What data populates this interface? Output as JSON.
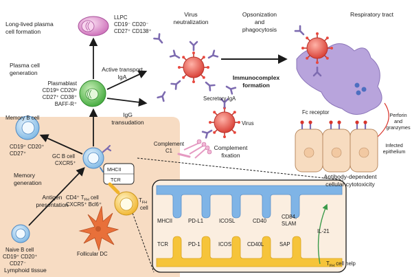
{
  "labels": {
    "long_lived_l1": "Long-lived plasma",
    "long_lived_l2": "cell formation",
    "llpc_l1": "LLPC",
    "llpc_l2": "CD19⁻ CD20⁻",
    "llpc_l3": "CD27⁺ CD138⁺",
    "virus_neutral_l1": "Virus",
    "virus_neutral_l2": "neutralization",
    "opson_l1": "Opsonization",
    "opson_l2": "and",
    "opson_l3": "phagocytosis",
    "respiratory": "Respiratory tract",
    "plasma_gen_l1": "Plasma cell",
    "plasma_gen_l2": "generation",
    "plasmablast_l1": "Plasmablast",
    "plasmablast_l2": "CD19ˡᵒ CD20ˡᵒ",
    "plasmablast_l3": "CD27⁺ CD38⁺",
    "plasmablast_l4": "BAFF-R⁺",
    "active_l1": "Active transport",
    "active_l2": "IgA",
    "immunocomplex_l1": "Immunocomplex",
    "immunocomplex_l2": "formation",
    "secretory_iga": "Secretory IgA",
    "virus": "Virus",
    "fc_receptor": "Fc receptor",
    "perforin_l1": "Perforin",
    "perforin_l2": "and",
    "perforin_l3": "granzymes",
    "infected_l1": "Infected",
    "infected_l2": "epithelium",
    "igg_l1": "IgG",
    "igg_l2": "transudation",
    "complement_c1_l1": "Complement",
    "complement_c1_l2": "C1",
    "complement_fix_l1": "Complement",
    "complement_fix_l2": "fixation",
    "adcc_l1": "Antibody-dependent",
    "adcc_l2": "cellular cytotoxicity",
    "memory_b_l1": "Memory B cell",
    "memory_b_l2": "CD19⁺ CD20⁺",
    "memory_b_l3": "CD27⁺",
    "gc_b_l1": "GC B cell",
    "gc_b_l2": "CXCR5⁺",
    "mhcii_small": "MHCII",
    "tcr_small": "TCR",
    "memory_gen_l1": "Memory",
    "memory_gen_l2": "generation",
    "antigen_l1": "Antigen",
    "antigen_l2": "presentation",
    "cd4_l1": "CD4⁺ T",
    "cd4_l1_sub": "FH",
    "cd4_l1_tail": " cell",
    "cd4_l2": "CXCR5⁺ Bcl6⁺",
    "tfh_l1": "T",
    "tfh_sub": "FH",
    "tfh_l2": "cell",
    "naive_l1": "Naive B cell",
    "naive_l2": "CD19⁺ CD20⁺",
    "naive_l3": "CD27⁻",
    "follicular_dc": "Follicular DC",
    "lymphoid_tissue": "Lymphoid tissue",
    "il21": "IL-21",
    "tfh_help": "T",
    "tfh_help_sub": "FH",
    "tfh_help_tail": " cell help"
  },
  "synapse": {
    "top_labels": [
      "MHCII",
      "PD-L1",
      "ICOSL",
      "CD40",
      "CD84,",
      "SLAM"
    ],
    "bottom_labels": [
      "TCR",
      "PD-1",
      "ICOS",
      "CD40L",
      "SAP"
    ]
  },
  "colors": {
    "lymphoid_bg": "#f7dcc3",
    "synapse_bg": "#fbeee0",
    "bcell_blue": "#8fc3ea",
    "synapse_blue": "#7fb4e6",
    "tcell_yellow": "#f6c43a",
    "plasmablast_green": "#5cbf4a",
    "llpc_pink": "#d97fc4",
    "virus_red": "#e8483f",
    "macrophage_purple": "#b8a4dc",
    "antibody_purple": "#7d6bb0",
    "dc_orange": "#e8703a",
    "epithelium": "#f7dcc0",
    "help_arrow_green": "#3a9a4a",
    "perforin_red": "#d9342b"
  }
}
